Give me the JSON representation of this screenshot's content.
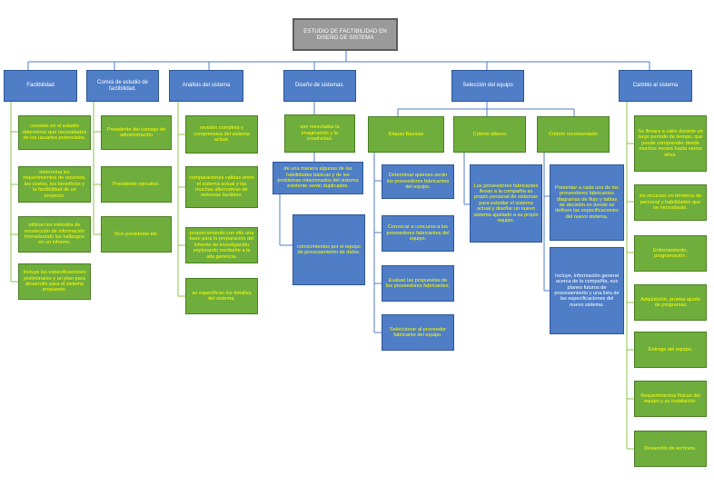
{
  "root": "ESTUDIO DE FACTIBILIDAD EN DISEÑO DE SISTEMA",
  "headers": {
    "factibilidad": "Factibilidad",
    "comision": "Comisi  de estudio de factibilidad.",
    "analisis": "Análisis del sistema",
    "diseno": "Diseño de sistemas.",
    "seleccion": "Selección del equipo",
    "cambio": "Cambio al sistema"
  },
  "factibilidad": [
    "consiste en el estudio determinar que necesidades de los usuarios potenciales.",
    "determina los requerimientos de recursos, los costos, los beneficios y la factibilidad de un proyecto.",
    "utilizan los métodos de recolección de información formalizando los hallazgos en un informe.",
    "Incluye las especificaciones preliminares y un plan para desarrollo para el sistema propuesto."
  ],
  "comision": [
    "Presidente del consejo de administración",
    "Presidente ejecutivo.",
    "Vice-presidents etc."
  ],
  "analisis": [
    "revisión completa y comprensiva del sistema actual.",
    "comparaciones validas entre el sistema actual y las muchas alternativas de sistemas factibles.",
    "proporcionando con ello una base para la preparación del informe de investigación explorando mediante a la alta gerencia.",
    "se especifican los detalles del sistema."
  ],
  "diseno": {
    "top": "son mezcladas la imaginación y la creatividad.",
    "mid": "de una manera algunas de las habilidades básicas y de los problemas relacionados del sistema existente serán duplicados.",
    "low": "conocimientos por el equipo de procesamiento de datos."
  },
  "seleccion": {
    "etapas": "Etapas Básicas",
    "criterio_alterno": "Criterio alterno",
    "criterio_recomendado": "Criterio recomendado",
    "etapas_items": [
      "Determinar quienes serán los proveedores fabricantes del equipo.",
      "Convocar a concurso a los proveedores fabricantes del equipo.",
      "Evaluar las propuestas de los proveedores fabricantes.",
      "Seleccionar al proveedor fabricante del equipo."
    ],
    "alterno_item": "Los proveedores fabricantes llevan a la compañía su propio personal de sistemas para estudiar el sistema actual y diseñar un nuevo sistema ajustado a su propio equipo.",
    "recomendado_items": [
      "Presentar a cada uno de los proveedores fabricantes diagramas de flujo y tablas de decisión en donde se definen las especificaciones del nuevo sistema.",
      "Incluye, información general acerca de la compañía, sus planes futuros de procesamiento y una lista de las especificaciones del nuevo sistema."
    ]
  },
  "cambio": [
    "Se llevara a cabo durante un largo periodo de tiempo, que puede comprender desde muchos meses hasta varios años.",
    "los recursos en términos de personal y habilidades que se necesitarán.",
    "Entrenamiento, programación.",
    "Adquisición, prueba ajuste de programas",
    "Entrega del equipo.",
    "Requerimientos físicos del equipo y su instalación.",
    "Desarrollo de archivos."
  ],
  "colors": {
    "root_fill": "#9a9a9a",
    "header_fill": "#4f7ec7",
    "green_fill": "#6fae3c",
    "text_yellow": "#ffff00",
    "connector_blue": "#4f7ec7",
    "connector_green": "#8bc34a"
  }
}
